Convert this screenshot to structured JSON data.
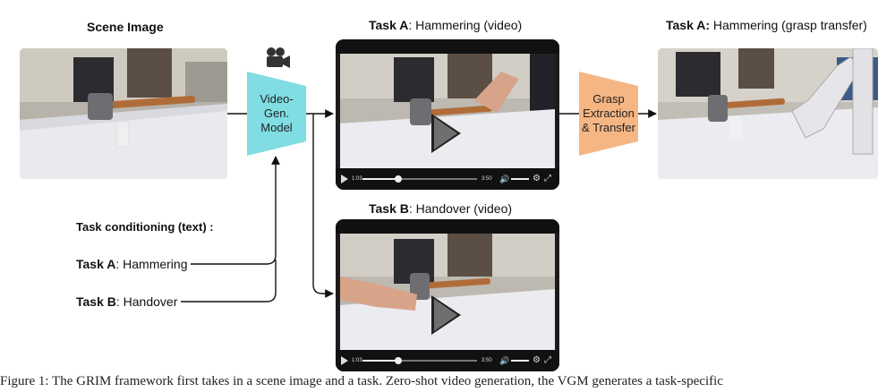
{
  "scene_label": "Scene Image",
  "video_model": {
    "line1": "Video-",
    "line2": "Gen.",
    "line3": "Model",
    "color": "#7fdde3"
  },
  "grasp_block": {
    "line1": "Grasp",
    "line2": "Extraction",
    "line3": "& Transfer",
    "color": "#f6b684"
  },
  "task_a_video": {
    "bold": "Task A",
    "rest": ": Hammering (video)"
  },
  "task_b_video": {
    "bold": "Task B",
    "rest": ": Handover (video)"
  },
  "task_a_transfer": {
    "bold": "Task A:",
    "rest": " Hammering (grasp transfer)"
  },
  "conditioning_label": "Task conditioning (text) :",
  "task_a_text": {
    "bold": "Task A",
    "rest": ": Hammering"
  },
  "task_b_text": {
    "bold": "Task B",
    "rest": ": Handover"
  },
  "player": {
    "time_current": "1:03",
    "time_total": "3:50"
  },
  "caption": "Figure 1: The GRIM framework first takes in a scene image and a task. Zero-shot video generation, the VGM generates a task-specific"
}
